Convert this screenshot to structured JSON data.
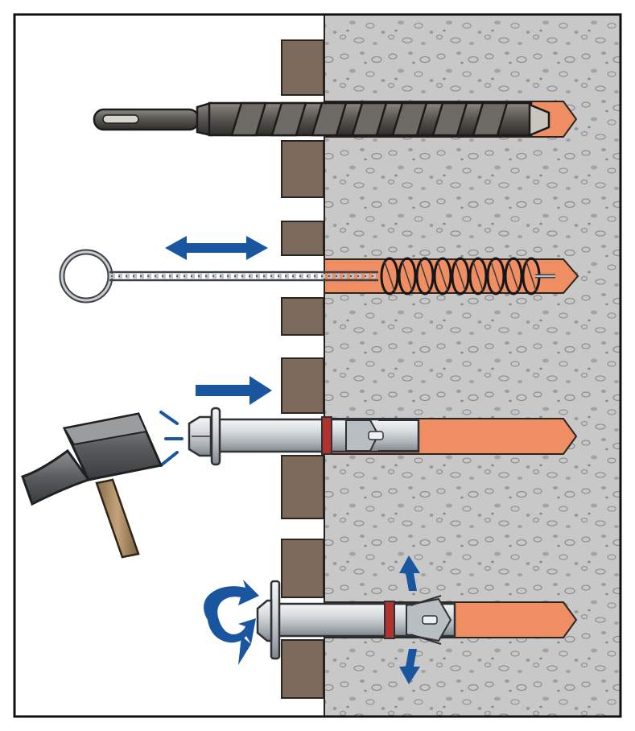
{
  "figure": {
    "subject": "anchor-bolt-installation",
    "steps": [
      {
        "step": 1,
        "action": "drill-hole",
        "tool": "hammer-drill-bit"
      },
      {
        "step": 2,
        "action": "clean-hole",
        "tool": "wire-brush"
      },
      {
        "step": 3,
        "action": "hammer-in-anchor",
        "tool": "hammer"
      },
      {
        "step": 4,
        "action": "tighten-and-expand",
        "tool": "wrench"
      }
    ]
  },
  "colors": {
    "frame": "#111111",
    "concrete": "#c8c8c8",
    "concrete_speckle": "#9a9a9a",
    "brick": "#7c6a5c",
    "hole": "#ef8e63",
    "arrow": "#1a56a0",
    "metal_light": "#d9dde0",
    "metal_dark": "#7f868c",
    "drill_bit": "#4d4c48",
    "hammer_head": "#5a5c5e",
    "hammer_handle": "#a98b66",
    "red_ring": "#b1332e"
  },
  "icons": {
    "drill": "drill-bit-icon",
    "brush": "wire-brush-icon",
    "hammer": "hammer-icon",
    "bolt": "anchor-bolt-icon",
    "arrow_double": "double-arrow-icon",
    "arrow_right": "arrow-right-icon",
    "arrow_rotate": "rotate-arrow-icon",
    "arrow_expand": "expand-arrows-icon"
  }
}
